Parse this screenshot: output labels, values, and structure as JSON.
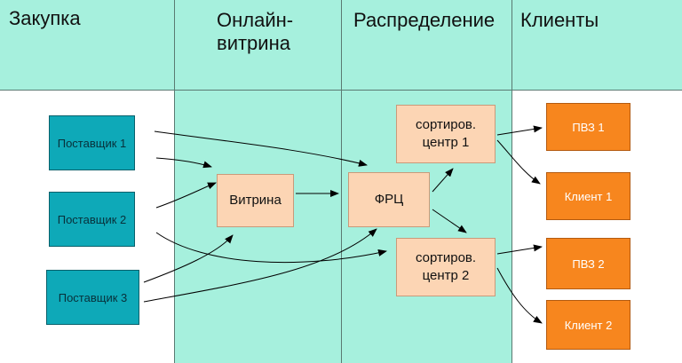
{
  "lanes": {
    "procurement": "Закупка",
    "storefront_line1": "Онлайн-",
    "storefront_line2": "витрина",
    "distribution": "Распределение",
    "clients": "Клиенты"
  },
  "nodes": {
    "supplier1": "Поставщик 1",
    "supplier2": "Поставщик 2",
    "supplier3": "Поставщик 3",
    "showcase": "Витрина",
    "frc": "ФРЦ",
    "sort1_line1": "сортиров.",
    "sort1_line2": "центр 1",
    "sort2_line1": "сортиров.",
    "sort2_line2": "центр 2",
    "pvz1": "ПВЗ 1",
    "client1": "Клиент 1",
    "pvz2": "ПВЗ 2",
    "client2": "Клиент 2"
  },
  "colors": {
    "lane_header": "#a6f0dd",
    "storefront_lane": "#a6f0dd",
    "supplier_box": "#0ea9b8",
    "hub_box": "#fcd5b4",
    "client_box": "#f7861e"
  }
}
